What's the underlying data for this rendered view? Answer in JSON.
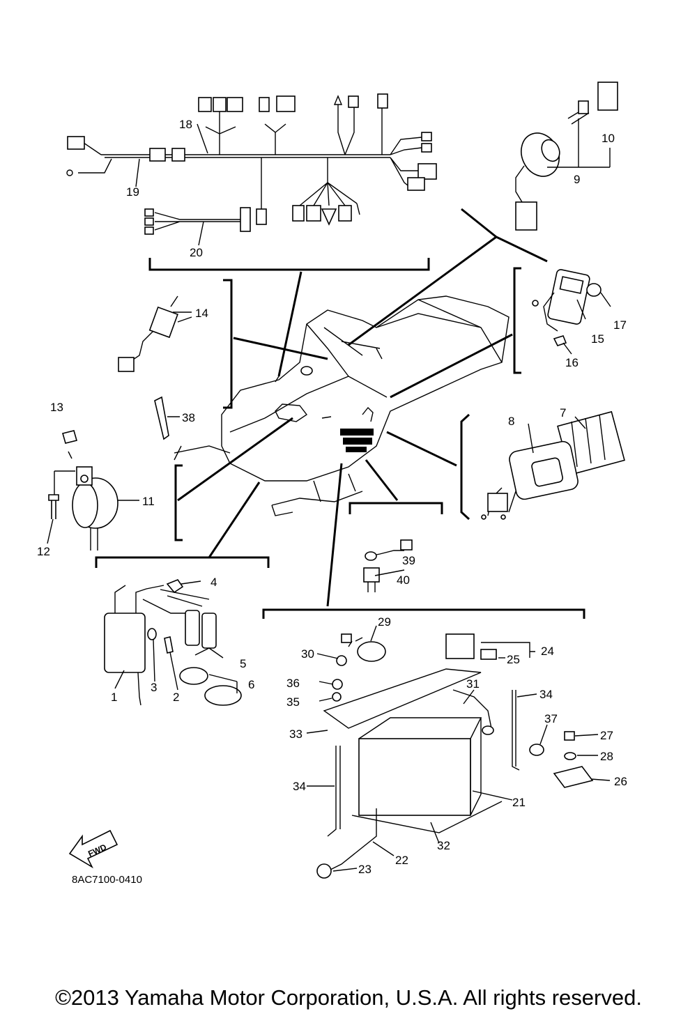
{
  "diagram": {
    "part_code": "8AC7100-0410",
    "copyright": "©2013 Yamaha Motor Corporation, U.S.A. All rights reserved.",
    "fwd_label": "FWD",
    "callouts": [
      "1",
      "2",
      "3",
      "4",
      "5",
      "6",
      "7",
      "8",
      "9",
      "10",
      "11",
      "12",
      "13",
      "14",
      "15",
      "16",
      "17",
      "18",
      "19",
      "20",
      "21",
      "22",
      "23",
      "24",
      "25",
      "26",
      "27",
      "28",
      "29",
      "30",
      "31",
      "32",
      "33",
      "34",
      "35",
      "36",
      "37",
      "38",
      "39",
      "40"
    ]
  }
}
